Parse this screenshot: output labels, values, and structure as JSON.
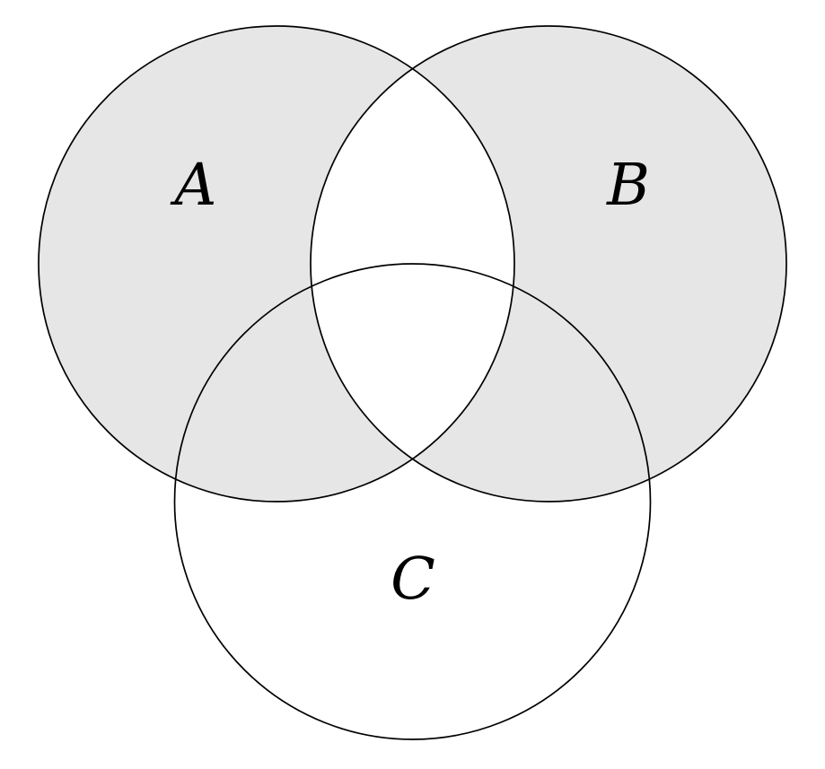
{
  "diagram": {
    "type": "venn",
    "description": "Three-set Venn diagram with the symmetric difference of A and B shaded (A union B minus A intersect B); set C is unshaded",
    "sets": [
      {
        "label": "A",
        "shaded": true
      },
      {
        "label": "B",
        "shaded": true
      },
      {
        "label": "C",
        "shaded": false
      }
    ],
    "shaded_region": "A △ B (regions in exactly one of A, B, including their overlaps with C)",
    "unshaded_regions": "A ∩ B, A ∩ B ∩ C, C only, outside all sets"
  },
  "colors": {
    "background": "#ffffff",
    "shaded_fill": "#e6e6e6",
    "outline": "#000000",
    "label_text": "#000000"
  }
}
